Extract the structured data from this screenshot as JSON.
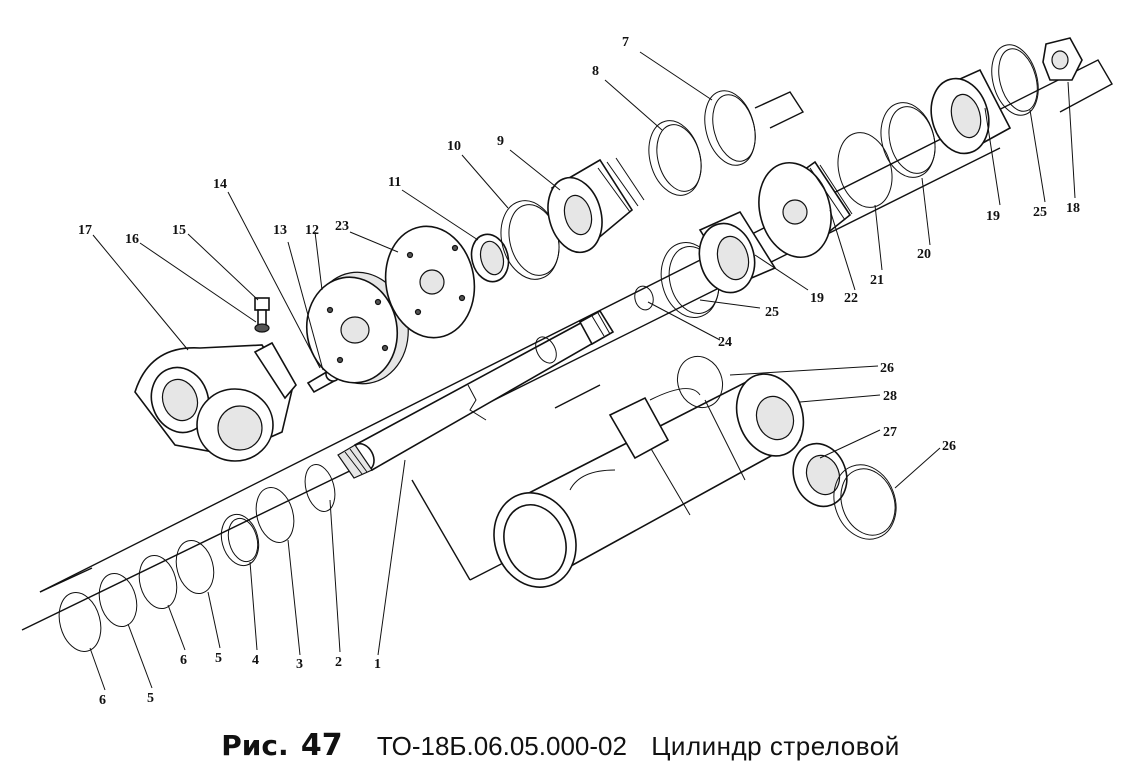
{
  "caption": {
    "fig_label": "Рис.",
    "fig_number": "47",
    "code": "ТО-18Б.06.05.000-02",
    "title": "Цилиндр стреловой"
  },
  "callouts": [
    {
      "id": "c7",
      "text": "7"
    },
    {
      "id": "c8",
      "text": "8"
    },
    {
      "id": "c9",
      "text": "9"
    },
    {
      "id": "c10",
      "text": "10"
    },
    {
      "id": "c11",
      "text": "11"
    },
    {
      "id": "c14",
      "text": "14"
    },
    {
      "id": "c13",
      "text": "13"
    },
    {
      "id": "c12",
      "text": "12"
    },
    {
      "id": "c23",
      "text": "23"
    },
    {
      "id": "c17",
      "text": "17"
    },
    {
      "id": "c16",
      "text": "16"
    },
    {
      "id": "c15",
      "text": "15"
    },
    {
      "id": "c19a",
      "text": "19"
    },
    {
      "id": "c25a",
      "text": "25"
    },
    {
      "id": "c18",
      "text": "18"
    },
    {
      "id": "c20",
      "text": "20"
    },
    {
      "id": "c21",
      "text": "21"
    },
    {
      "id": "c22",
      "text": "22"
    },
    {
      "id": "c19b",
      "text": "19"
    },
    {
      "id": "c25b",
      "text": "25"
    },
    {
      "id": "c24",
      "text": "24"
    },
    {
      "id": "c26a",
      "text": "26"
    },
    {
      "id": "c28",
      "text": "28"
    },
    {
      "id": "c27",
      "text": "27"
    },
    {
      "id": "c26b",
      "text": "26"
    },
    {
      "id": "c1",
      "text": "1"
    },
    {
      "id": "c2",
      "text": "2"
    },
    {
      "id": "c3",
      "text": "3"
    },
    {
      "id": "c4",
      "text": "4"
    },
    {
      "id": "c5a",
      "text": "5"
    },
    {
      "id": "c6a",
      "text": "6"
    },
    {
      "id": "c5b",
      "text": "5"
    },
    {
      "id": "c6b",
      "text": "6"
    }
  ]
}
